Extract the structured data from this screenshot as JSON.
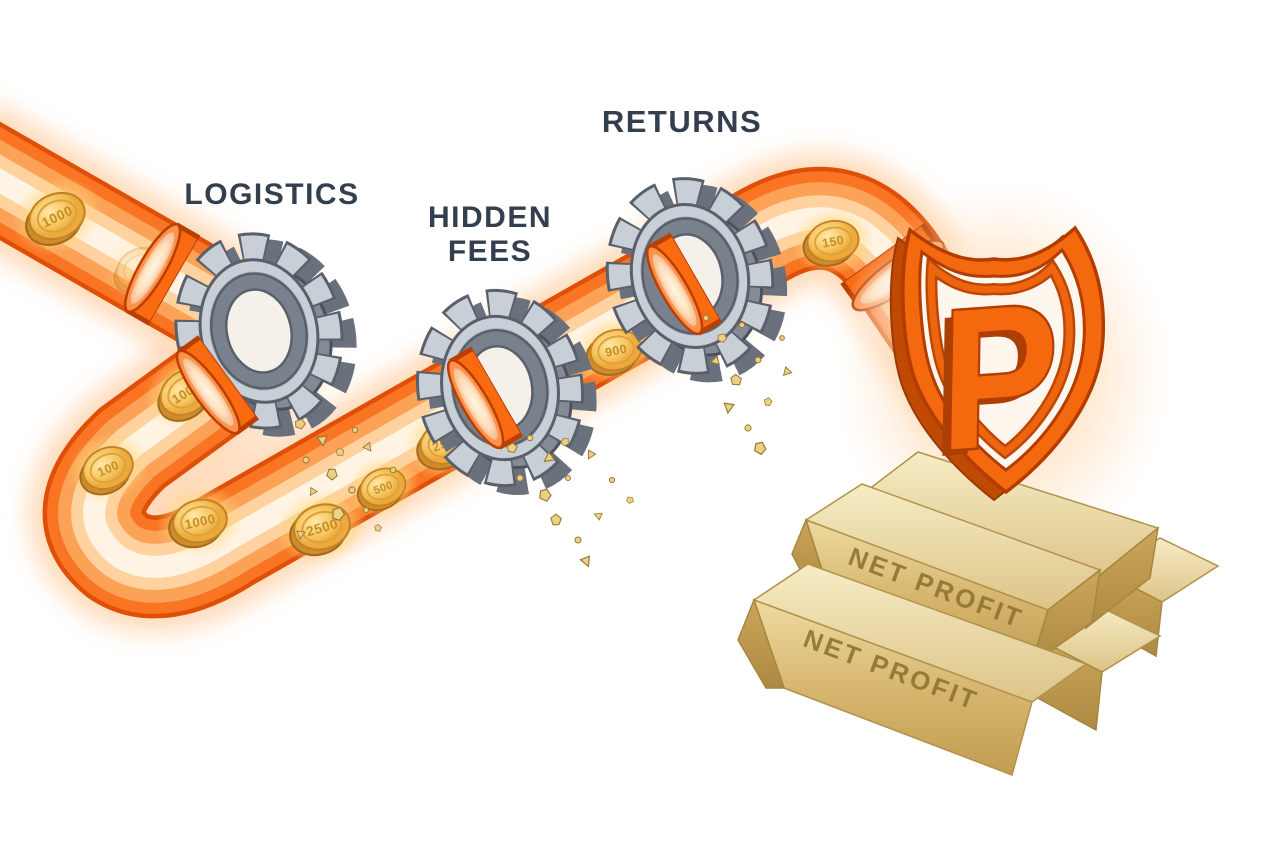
{
  "labels": {
    "stage_1": "LOGISTICS",
    "stage_2_line_1": "HIDDEN",
    "stage_2_line_2": "FEES",
    "stage_3": "RETURNS"
  },
  "coins": [
    "1000",
    "1000",
    "100",
    "1000",
    "2500",
    "500",
    "2500",
    "900",
    "150"
  ],
  "shield": {
    "letter": "P"
  },
  "gold_bars": {
    "engraving_middle_bar": "NET PROFIT",
    "engraving_bottom_bar": "NET PROFIT"
  },
  "colors": {
    "pipe_orange": "#f97524",
    "pipe_outline": "#df4f08",
    "glow_core": "#fff6e8",
    "coin_gold": "#f4bb52",
    "gear_gray": "#c9cfd7",
    "shield_orange": "#f4690e",
    "gold_bar": "#d9ba79",
    "label_text": "#333e4e",
    "background": "#ffffff"
  }
}
